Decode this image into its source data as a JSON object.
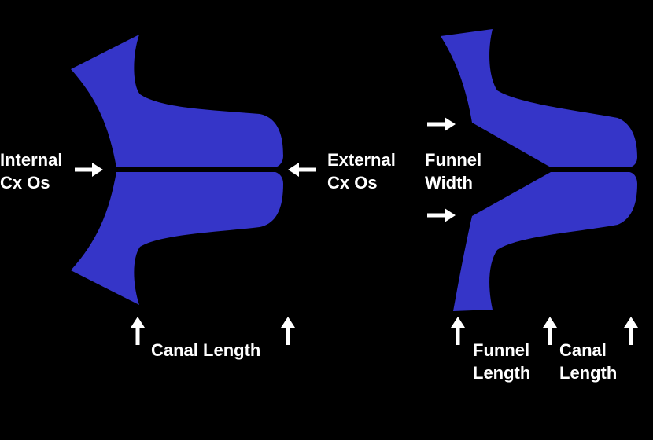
{
  "colors": {
    "background": "#000000",
    "tissue": "#3535c8",
    "text": "#ffffff",
    "arrow": "#ffffff"
  },
  "left_panel": {
    "internal_os": {
      "line1": "Internal",
      "line2": "Cx Os"
    },
    "external_os": {
      "line1": "External",
      "line2": "Cx Os"
    },
    "canal_length": "Canal Length"
  },
  "right_panel": {
    "funnel_width": {
      "line1": "Funnel",
      "line2": "Width"
    },
    "funnel_length": {
      "line1": "Funnel",
      "line2": "Length"
    },
    "canal_length": {
      "line1": "Canal",
      "line2": "Length"
    }
  },
  "icons": {
    "arrows": "arrow-icon"
  }
}
